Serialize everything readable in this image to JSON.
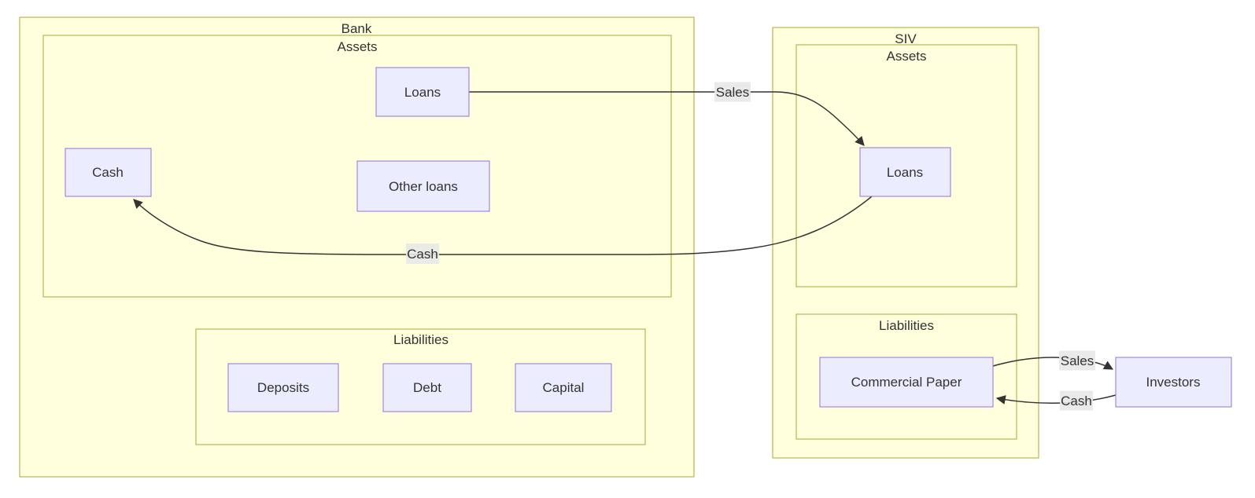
{
  "diagram": {
    "type": "flowchart",
    "clusters": [
      {
        "id": "bank",
        "label": "Bank"
      },
      {
        "id": "bank-assets",
        "label": "Assets"
      },
      {
        "id": "bank-liabilities",
        "label": "Liabilities"
      },
      {
        "id": "siv",
        "label": "SIV"
      },
      {
        "id": "siv-assets",
        "label": "Assets"
      },
      {
        "id": "siv-liabilities",
        "label": "Liabilities"
      }
    ],
    "nodes": [
      {
        "id": "bank-loans",
        "label": "Loans"
      },
      {
        "id": "bank-cash",
        "label": "Cash"
      },
      {
        "id": "other-loans",
        "label": "Other loans"
      },
      {
        "id": "deposits",
        "label": "Deposits"
      },
      {
        "id": "debt",
        "label": "Debt"
      },
      {
        "id": "capital",
        "label": "Capital"
      },
      {
        "id": "siv-loans",
        "label": "Loans"
      },
      {
        "id": "commercial-paper",
        "label": "Commercial Paper"
      },
      {
        "id": "investors",
        "label": "Investors"
      }
    ],
    "edges": [
      {
        "from": "bank-loans",
        "to": "siv-loans",
        "label": "Sales"
      },
      {
        "from": "siv-loans",
        "to": "bank-cash",
        "label": "Cash"
      },
      {
        "from": "commercial-paper",
        "to": "investors",
        "label": "Sales"
      },
      {
        "from": "investors",
        "to": "commercial-paper",
        "label": "Cash"
      }
    ],
    "colors": {
      "cluster_fill": "#ffffde",
      "cluster_border": "#aaaa33",
      "node_fill": "#ececff",
      "node_border": "#9370db",
      "edge": "#333333",
      "edge_label_bg": "#e8e8e8",
      "text": "#333333",
      "background": "#ffffff"
    }
  }
}
